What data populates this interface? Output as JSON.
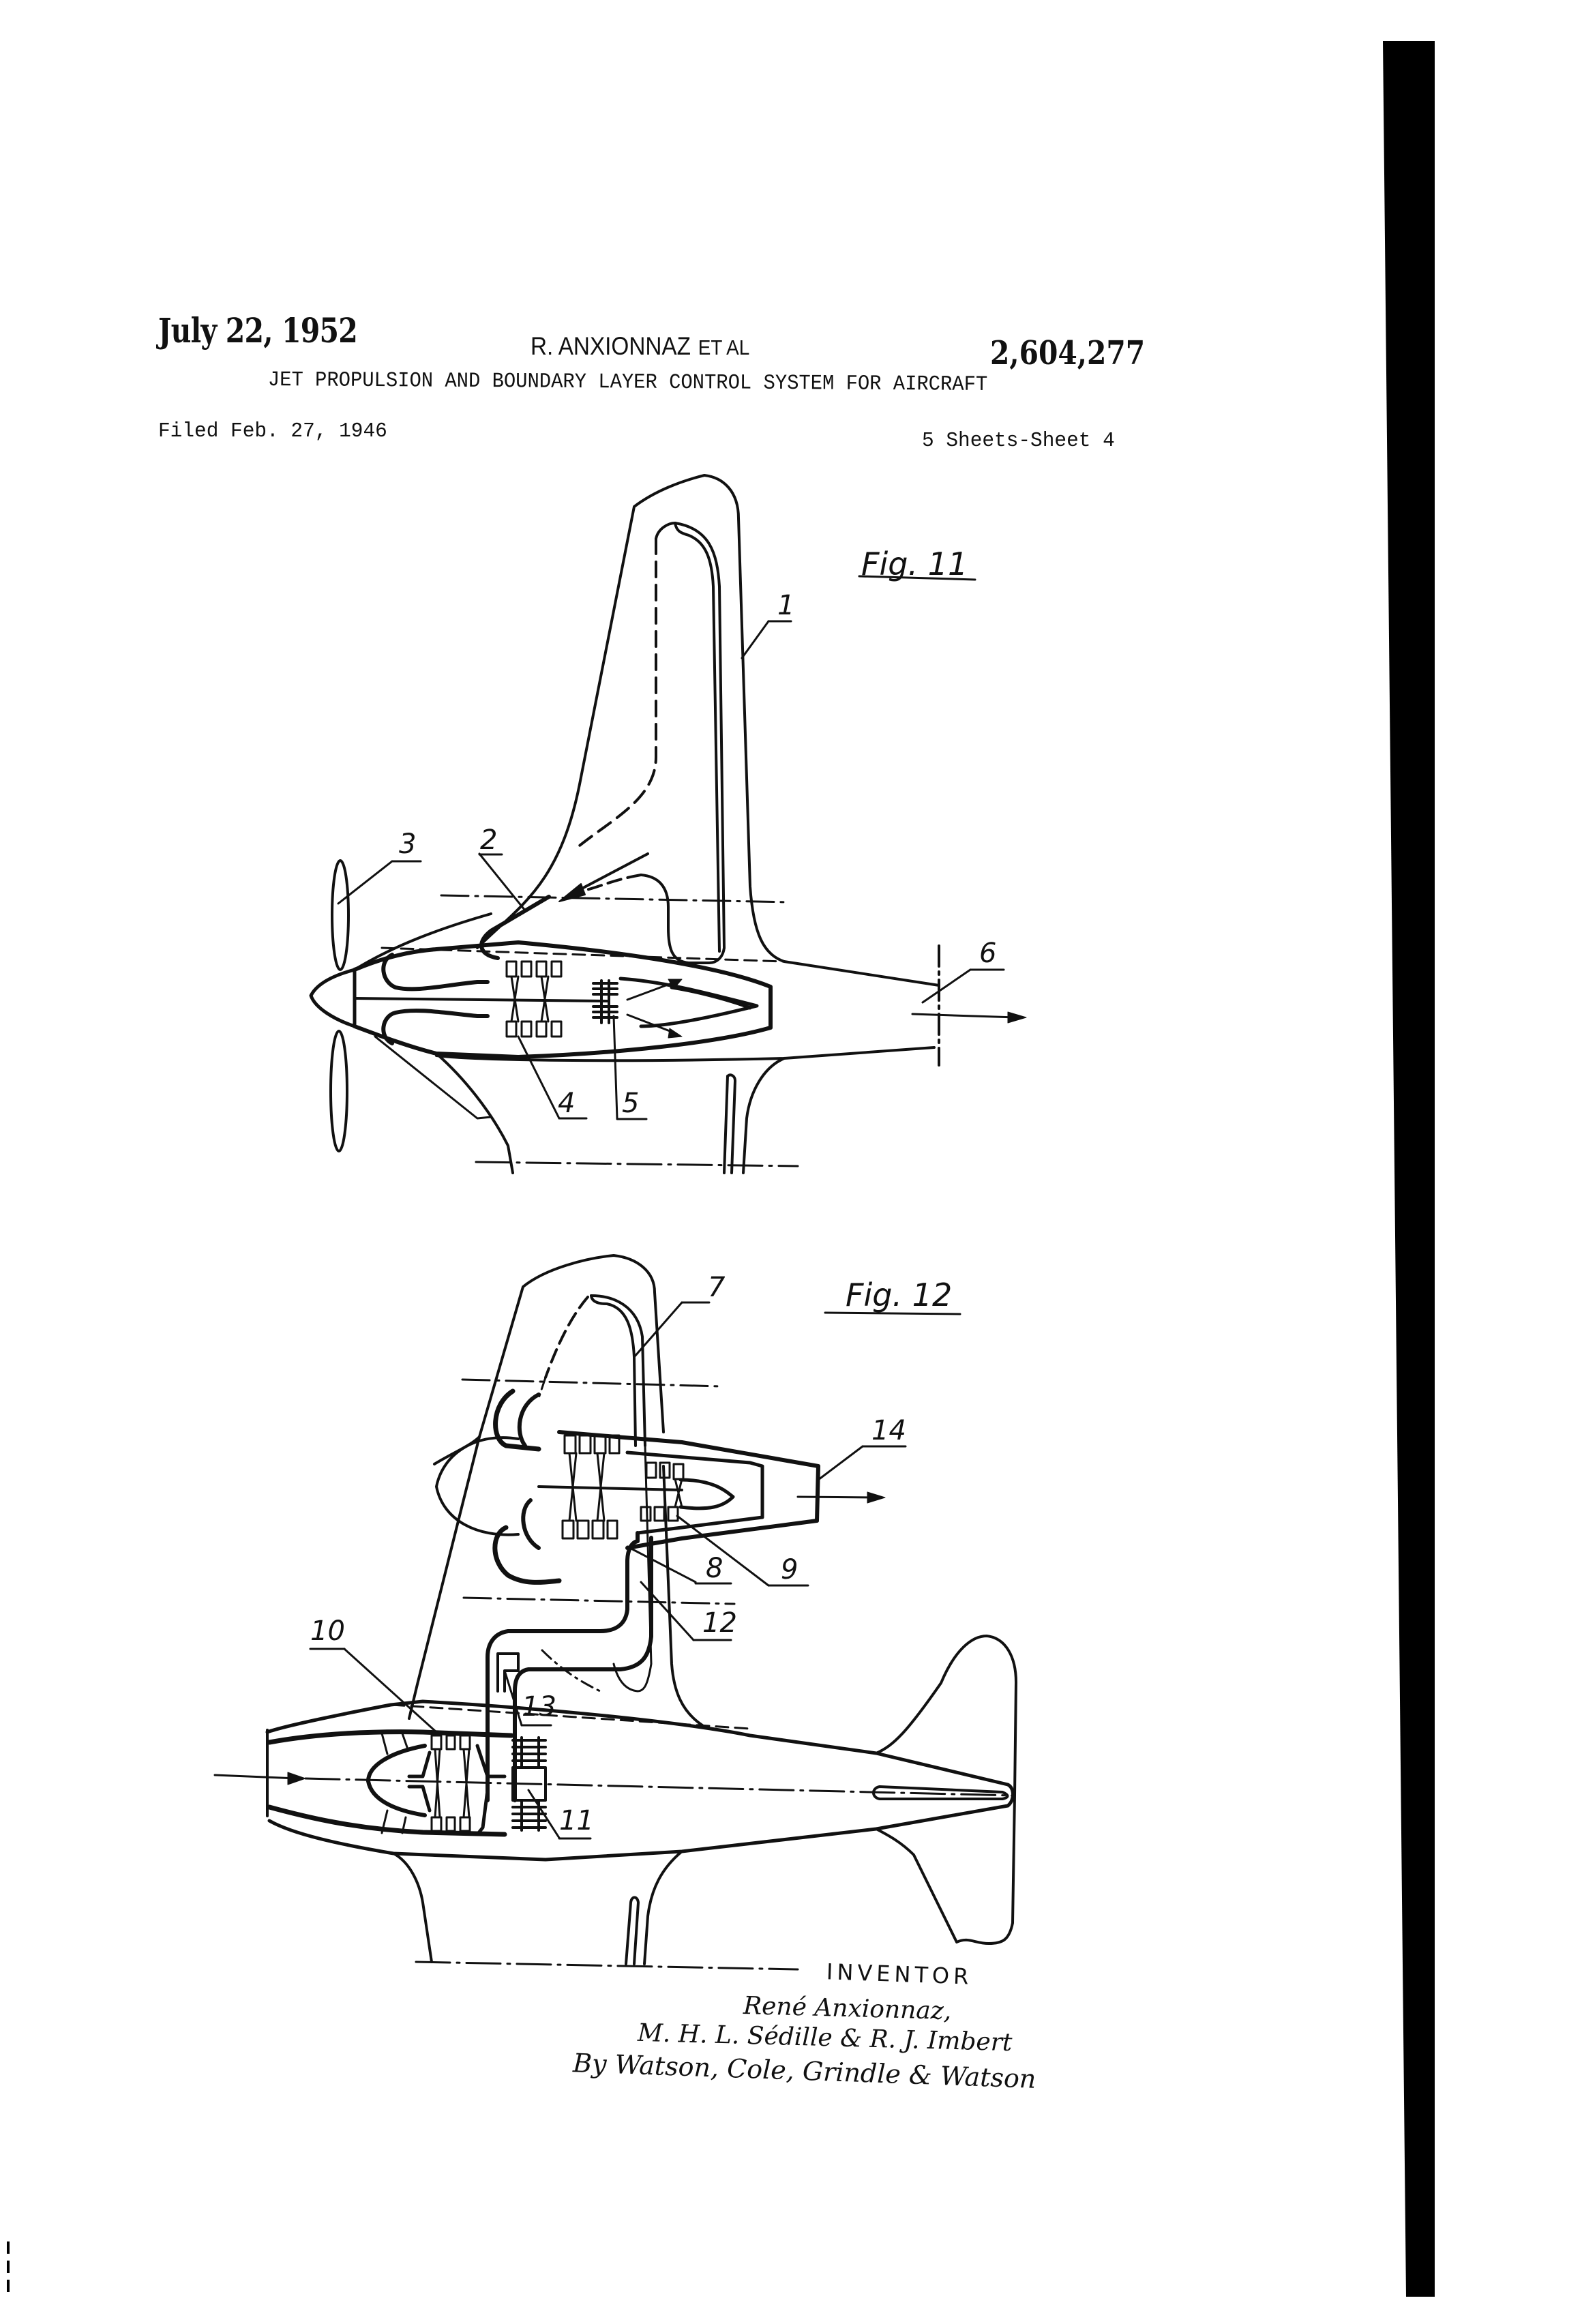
{
  "header": {
    "date": "July 22, 1952",
    "inventors": "R. ANXIONNAZ",
    "et_al": "ET AL",
    "patent_number": "2,604,277",
    "title": "JET PROPULSION AND BOUNDARY LAYER CONTROL SYSTEM FOR AIRCRAFT",
    "filed": "Filed Feb. 27, 1946",
    "sheets": "5 Sheets-Sheet 4"
  },
  "figures": [
    {
      "label": "Fig. 11",
      "reference_numerals": [
        "1",
        "2",
        "3",
        "4",
        "5",
        "6"
      ]
    },
    {
      "label": "Fig. 12",
      "reference_numerals": [
        "7",
        "8",
        "9",
        "10",
        "11",
        "12",
        "13",
        "14"
      ]
    }
  ],
  "signature": {
    "heading": "INVENTOR",
    "line1": "René Anxionnaz,",
    "line2": "M. H. L. Sédille & R. J. Imbert",
    "line3": "By Watson, Cole, Grindle & Watson"
  },
  "colors": {
    "ink": "#111111",
    "paper": "#ffffff",
    "margin_bar": "#000000"
  }
}
